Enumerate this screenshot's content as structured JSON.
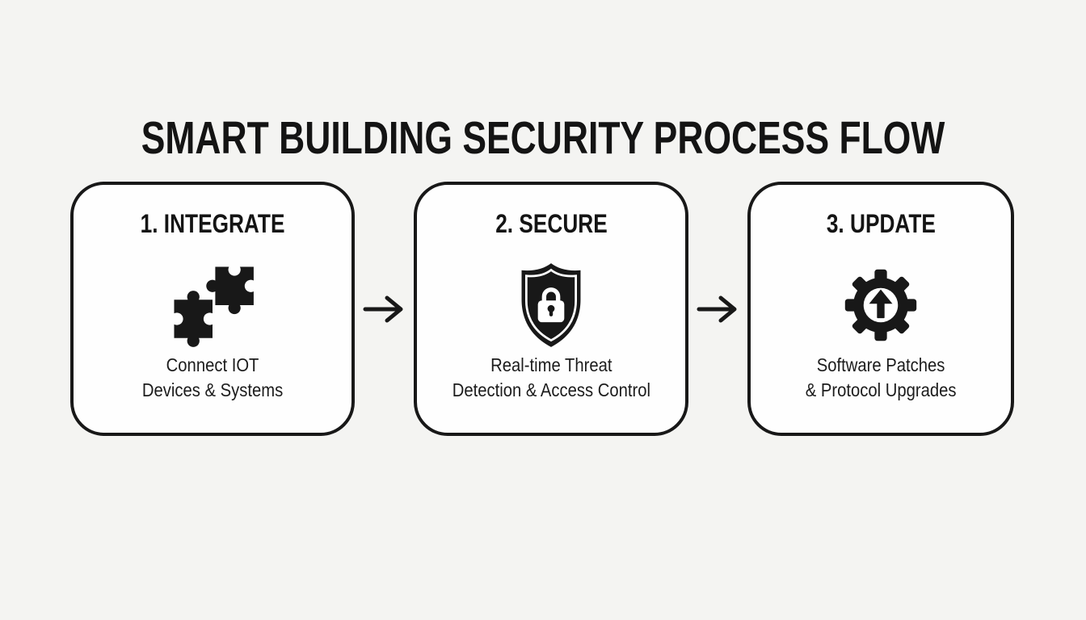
{
  "page": {
    "title": "SMART BUILDING SECURITY PROCESS FLOW",
    "background_color": "#f4f4f2",
    "ink_color": "#181818",
    "box_background_color": "#fefefe"
  },
  "steps": [
    {
      "heading": "1. INTEGRATE",
      "icon": "puzzle-pieces-icon",
      "description_line1": "Connect IOT",
      "description_line2": "Devices & Systems"
    },
    {
      "heading": "2. SECURE",
      "icon": "shield-lock-icon",
      "description_line1": "Real-time Threat",
      "description_line2": "Detection & Access Control"
    },
    {
      "heading": "3. UPDATE",
      "icon": "gear-update-icon",
      "description_line1": "Software Patches",
      "description_line2": "& Protocol Upgrades"
    }
  ],
  "connectors": [
    {
      "icon": "right-arrow-icon"
    },
    {
      "icon": "right-arrow-icon"
    }
  ]
}
